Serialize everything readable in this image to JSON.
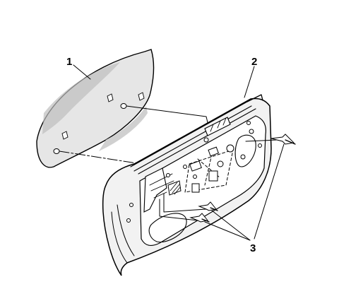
{
  "callouts": [
    {
      "id": "1",
      "label": "1"
    },
    {
      "id": "2",
      "label": "2"
    },
    {
      "id": "3",
      "label": "3"
    }
  ],
  "colors": {
    "line": "#000000",
    "glass_fill": "#e6e6e6",
    "glass_shade": "#bdbdbd",
    "panel_fill": "#f2f2f2",
    "background": "#ffffff"
  }
}
